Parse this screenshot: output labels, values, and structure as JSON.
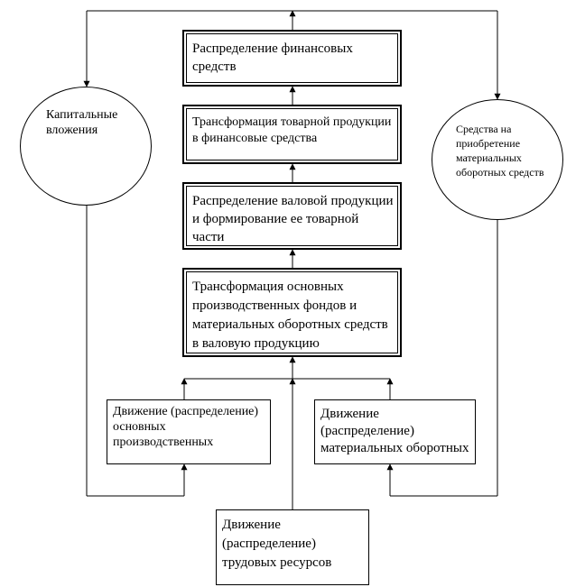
{
  "boxes": {
    "fin_dist": "Распределение финансовых средств",
    "transform_goods": "Трансформация товарной продукции в финансовые средства",
    "gross_dist": "Распределение валовой продукции и формирование ее товарной части",
    "transform_fixed": "Трансформация основных производственных фондов и материальных оборотных средств в валовую продукцию",
    "move_fixed": "Движение (распределение) основных производственных",
    "move_material": "Движение (распределение) материальных оборотных",
    "move_labor": "Движение (распределение) трудовых ресурсов"
  },
  "ellipses": {
    "capital": "Капитальные вложения",
    "material_funds": "Средства на приобретение материальных оборотных средств"
  }
}
